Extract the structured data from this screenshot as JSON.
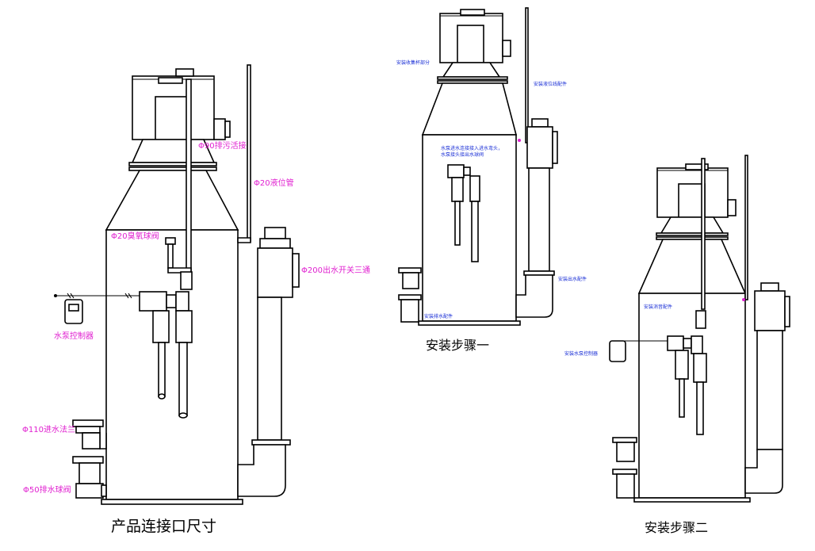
{
  "colors": {
    "magenta": "#e020d0",
    "blue": "#1a2fd6",
    "line": "#000000"
  },
  "main": {
    "caption": "产品连接口尺寸",
    "labels": {
      "drain_connection": "Φ90排污活接",
      "level_pipe": "Φ20液位管",
      "ozone_valve": "Φ20臭氧球阀",
      "outlet_tee": "Φ200出水开关三通",
      "pump_controller": "水泵控制器",
      "inlet_flange": "Φ110进水法兰",
      "drain_valve": "Φ50排水球阀"
    }
  },
  "step1": {
    "caption": "安装步骤一",
    "labels": {
      "collector_cup": "安装收集杯部分",
      "level_fittings": "安装液位线配件",
      "pump_note_line1": "水泵进水连接接入进水弯头，",
      "pump_note_line2": "水泵接头接出水球阀",
      "outlet_fittings": "安装出水配件",
      "drain_fittings": "安装排水配件"
    }
  },
  "step2": {
    "caption": "安装步骤二",
    "labels": {
      "silencer_fittings": "安装消音配件",
      "pump_controller": "安装水泵控制器"
    }
  }
}
